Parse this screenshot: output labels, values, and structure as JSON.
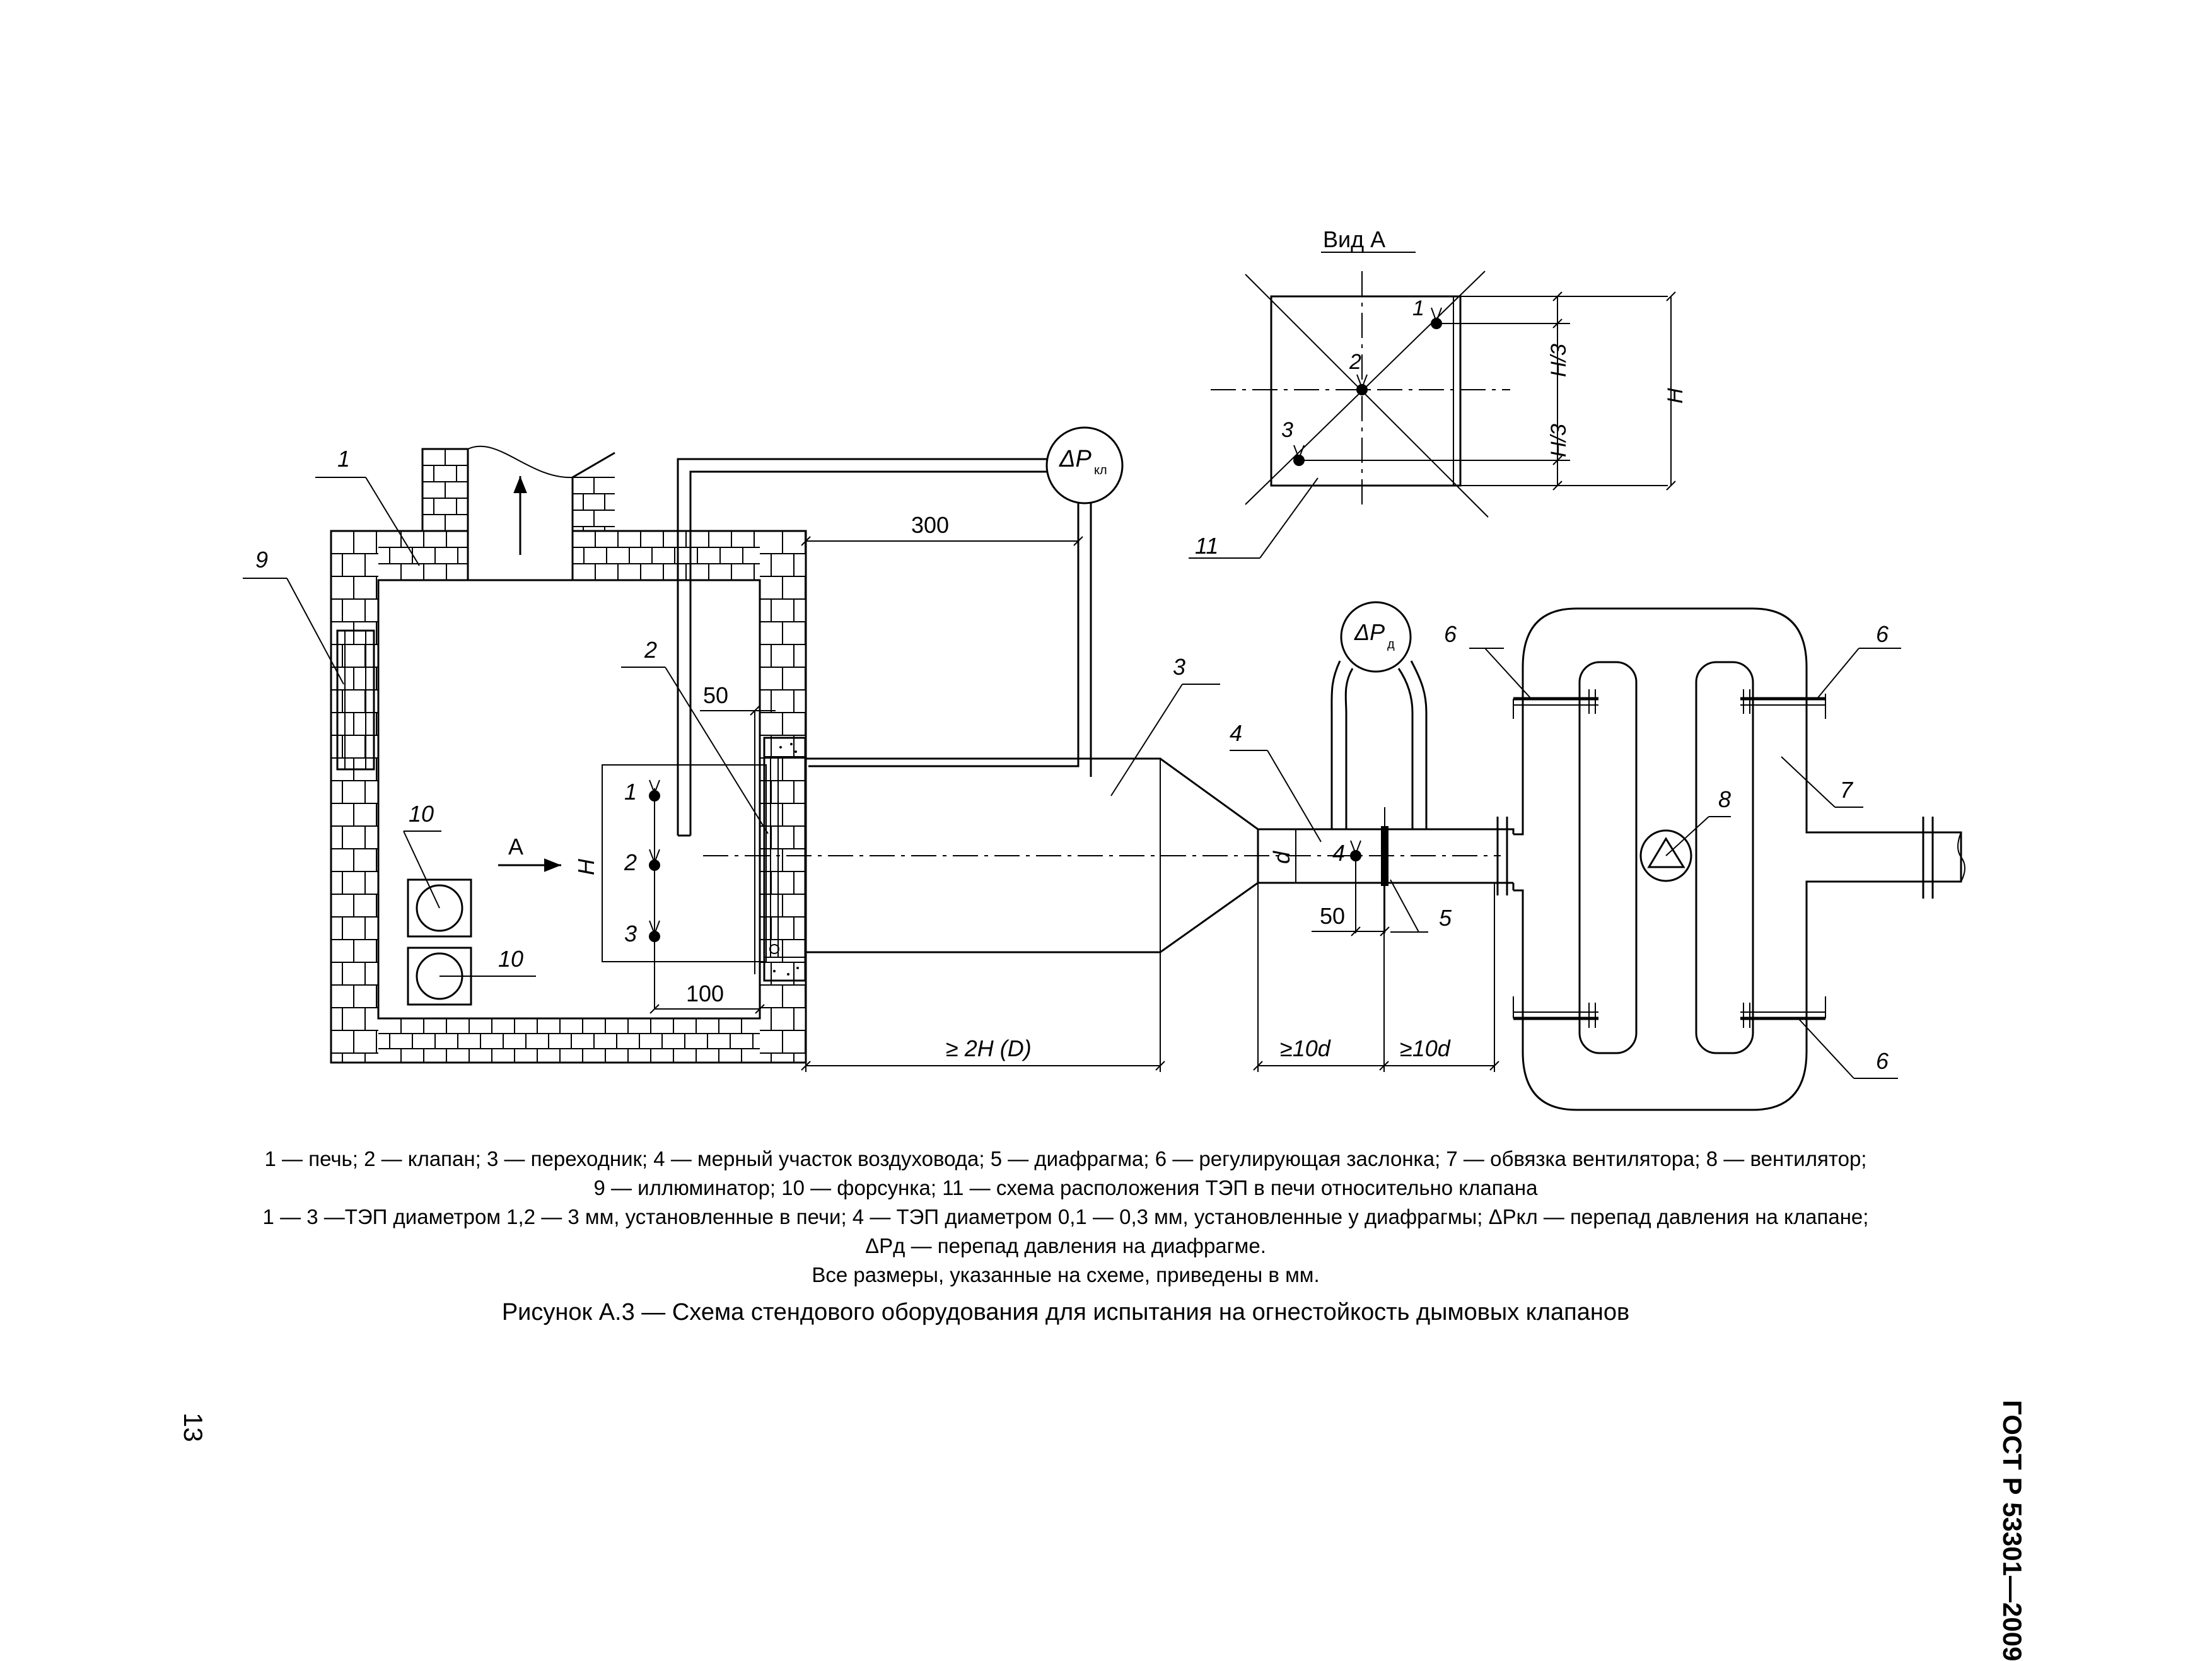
{
  "view_a": {
    "title": "Вид А",
    "point_1": "1",
    "point_2": "2",
    "point_3": "3",
    "dim_third_top": "H/3",
    "dim_third_bottom": "H/3",
    "dim_full": "H",
    "ref_11": "11"
  },
  "furnace": {
    "ref_1": "1",
    "ref_9": "9",
    "ref_10_top": "10",
    "ref_10_bottom": "10",
    "arrow_a": "А",
    "dim_h": "H",
    "tep_1": "1",
    "tep_2": "2",
    "tep_3": "3",
    "dim_100": "100",
    "ref_2": "2",
    "dim_50_valve": "50",
    "dim_300": "300"
  },
  "pressure": {
    "valve_label": "ΔP",
    "valve_sub": "кл",
    "diaphragm_label": "ΔP",
    "diaphragm_sub": "д"
  },
  "duct": {
    "ref_3": "3",
    "dim_2h": "≥ 2H  (D)",
    "ref_4": "4",
    "dim_d": "d",
    "tep_4": "4",
    "dim_50_diaph": "50",
    "ref_5": "5",
    "dim_10d_left": "≥10d",
    "dim_10d_right": "≥10d"
  },
  "fan": {
    "ref_6_top_left": "6",
    "ref_6_top_right": "6",
    "ref_6_bottom_right": "6",
    "ref_7": "7",
    "ref_8": "8"
  },
  "legend": {
    "line1": "1 — печь; 2 — клапан; 3 — переходник; 4 — мерный участок воздуховода; 5 — диафрагма; 6 — регулирующая заслонка; 7 — обвязка вентилятора; 8 — вентилятор;",
    "line2": "9 — иллюминатор; 10 — форсунка; 11 — схема расположения ТЭП в печи относительно клапана",
    "line3": "1 — 3 —ТЭП диаметром 1,2 — 3 мм, установленные в печи; 4 — ТЭП диаметром 0,1 — 0,3 мм, установленные у диафрагмы; ΔPкл — перепад давления на клапане;",
    "line4": "ΔPд — перепад давления на диафрагме.",
    "line5": "Все размеры, указанные на схеме, приведены в мм."
  },
  "figure_title": "Рисунок А.3 — Схема стендового оборудования для испытания на огнестойкость дымовых клапанов",
  "standard": "ГОСТ Р 53301—2009",
  "page_number": "13"
}
